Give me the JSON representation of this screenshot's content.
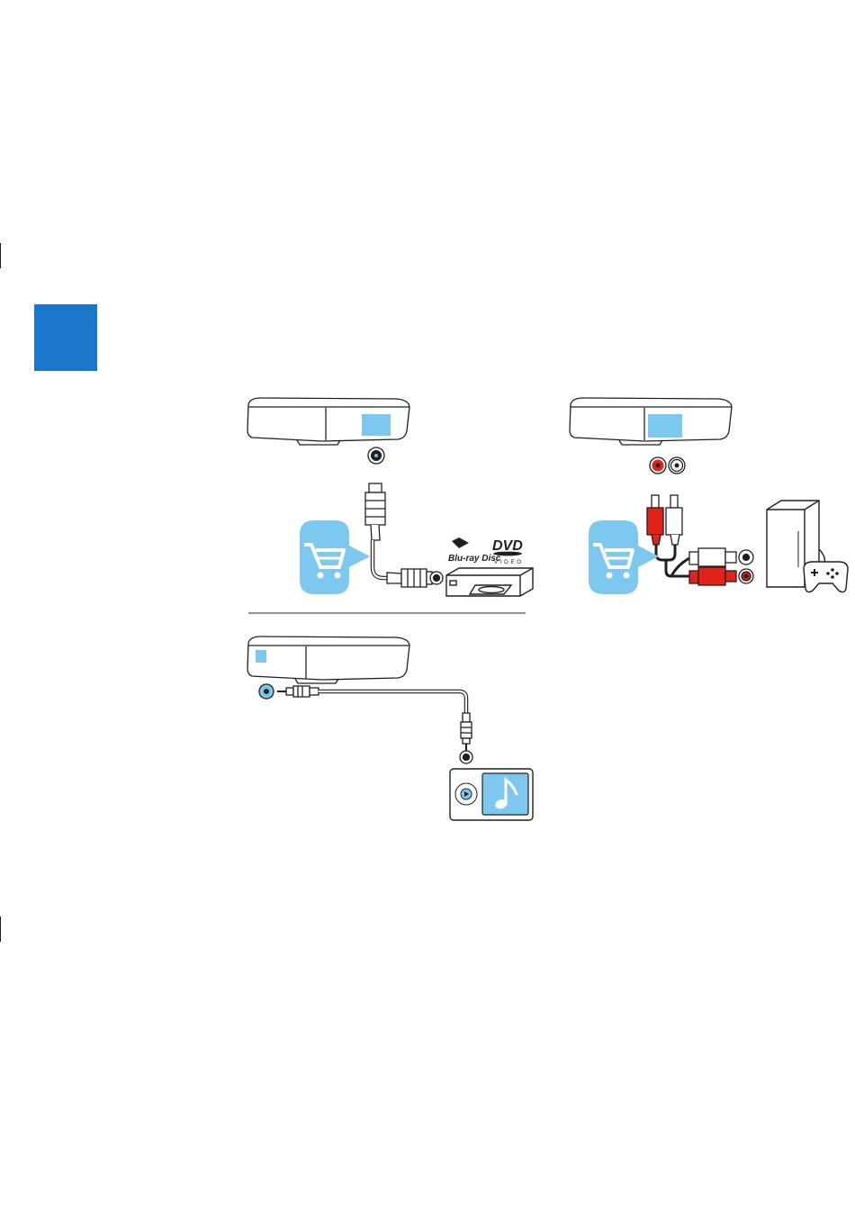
{
  "colors": {
    "accent_blue": "#1a77c9",
    "light_blue": "#7cc8ee",
    "cable_red": "#e2231a",
    "outline": "#231f20"
  },
  "section_tab": {
    "color": "#1a77c9"
  },
  "panels": [
    {
      "id": "optical",
      "icons": [
        "soundbar-icon",
        "optical-socket-icon",
        "optical-cable-icon",
        "shopping-cart-icon",
        "bluray-dvd-player-icon"
      ],
      "logos": [
        "Blu-ray Disc",
        "DVD",
        "VIDEO"
      ]
    },
    {
      "id": "rca",
      "icons": [
        "soundbar-icon",
        "rca-socket-icon",
        "rca-cable-icon",
        "shopping-cart-icon",
        "game-console-icon",
        "game-controller-icon"
      ]
    },
    {
      "id": "aux",
      "icons": [
        "soundbar-icon",
        "aux-socket-icon",
        "aux-cable-icon",
        "music-player-icon",
        "music-note-icon"
      ]
    }
  ]
}
